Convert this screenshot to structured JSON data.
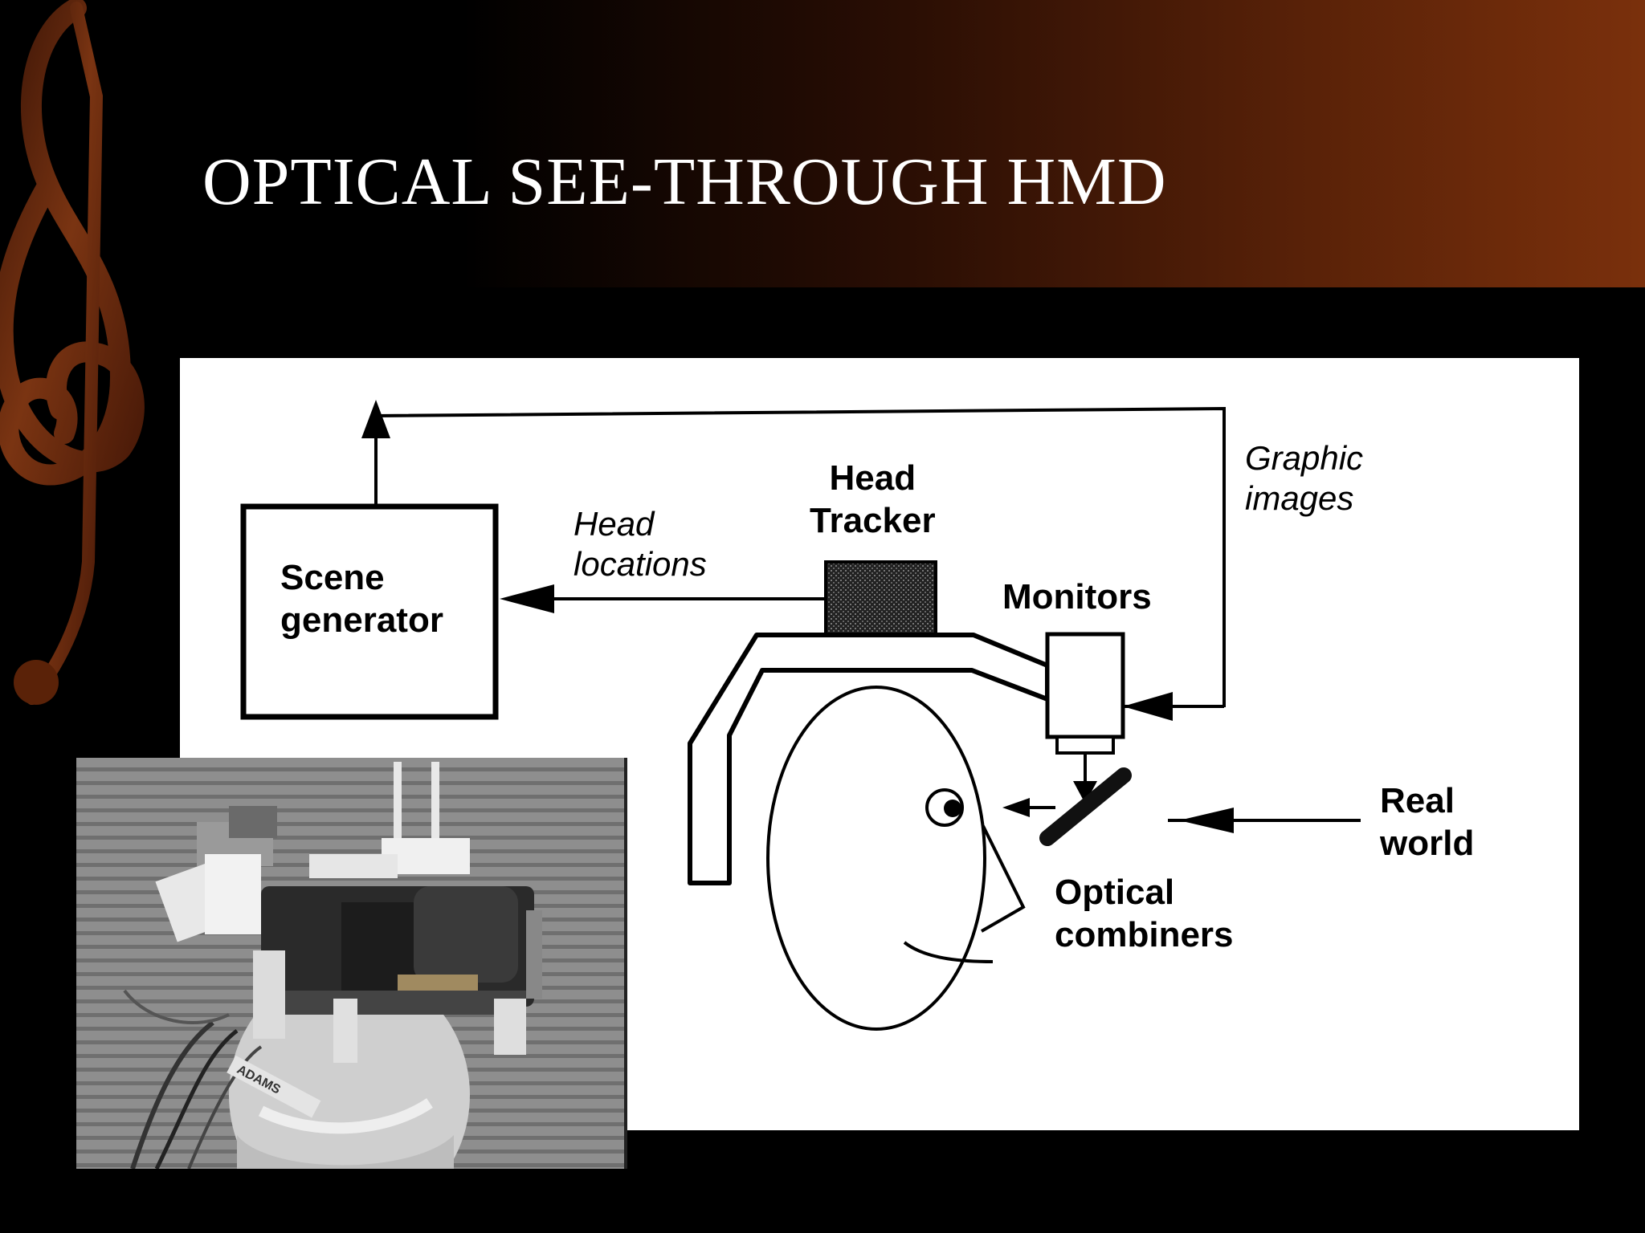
{
  "slide": {
    "title": "OPTICAL SEE-THROUGH HMD"
  },
  "diagram": {
    "scene_generator": "Scene\ngenerator",
    "head_locations": "Head\nlocations",
    "head_tracker": "Head\nTracker",
    "graphic_images": "Graphic\nimages",
    "monitors": "Monitors",
    "optical_combiners": "Optical\ncombiners",
    "real_world": "Real\nworld"
  },
  "photo": {
    "name_tag": "ADAMS"
  },
  "colors": {
    "header_accent": "#7a300c",
    "clef": "#6b2a0e",
    "panel": "#ffffff"
  }
}
